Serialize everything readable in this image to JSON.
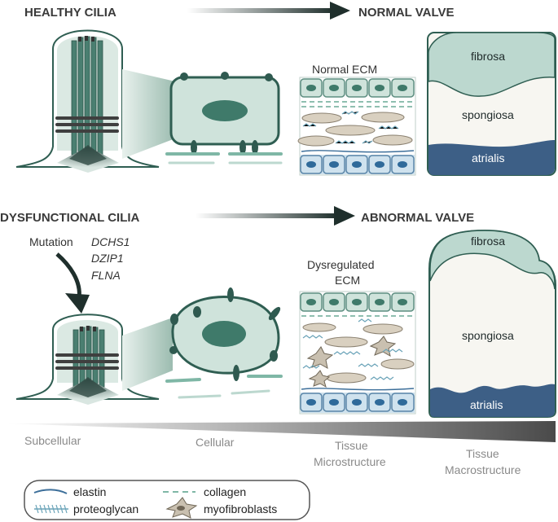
{
  "headings": {
    "healthy_cilia": "HEALTHY CILIA",
    "normal_valve": "NORMAL VALVE",
    "dysfunctional_cilia": "DYSFUNCTIONAL CILIA",
    "abnormal_valve": "ABNORMAL VALVE"
  },
  "ecm": {
    "normal": "Normal ECM",
    "dysregulated_line1": "Dysregulated",
    "dysregulated_line2": "ECM"
  },
  "mutation": {
    "label": "Mutation",
    "genes": [
      "DCHS1",
      "DZIP1",
      "FLNA"
    ]
  },
  "valve_layers": {
    "normal": [
      "fibrosa",
      "spongiosa",
      "atrialis"
    ],
    "abnormal": [
      "fibrosa",
      "spongiosa",
      "atrialis"
    ]
  },
  "scale": {
    "subcellular": "Subcellular",
    "cellular": "Cellular",
    "tissue_micro_line1": "Tissue",
    "tissue_micro_line2": "Microstructure",
    "tissue_macro_line1": "Tissue",
    "tissue_macro_line2": "Macrostructure"
  },
  "legend": {
    "elastin": "elastin",
    "collagen": "collagen",
    "proteoglycan": "proteoglycan",
    "myofibroblasts": "myofibroblasts"
  },
  "colors": {
    "cell_fill": "#cfe3db",
    "cell_stroke": "#2f5e52",
    "nucleus": "#3f7a6a",
    "dark_green": "#2f5a50",
    "arrow": "#1f2f2c",
    "fibrosa": "#bcd8cf",
    "spongiosa": "#f7f6f1",
    "atrialis": "#3d5f86",
    "ecm_blue": "#cfe2ee",
    "ecm_tan": "#d9d0c0",
    "grey_gradient": "#5f5f5f"
  }
}
